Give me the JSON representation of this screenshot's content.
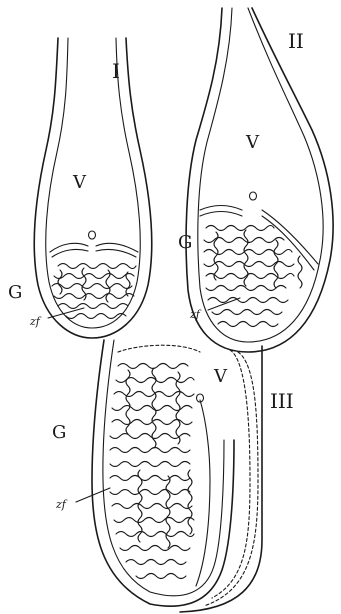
{
  "figure": {
    "figures": [
      {
        "numeral": "I",
        "labels": {
          "cavity": "V",
          "gland": "G",
          "detail": "zf"
        }
      },
      {
        "numeral": "II",
        "labels": {
          "cavity": "V",
          "gland": "G",
          "detail": "zf"
        }
      },
      {
        "numeral": "III",
        "labels": {
          "cavity": "V",
          "gland": "G",
          "detail": "zf"
        }
      }
    ]
  }
}
